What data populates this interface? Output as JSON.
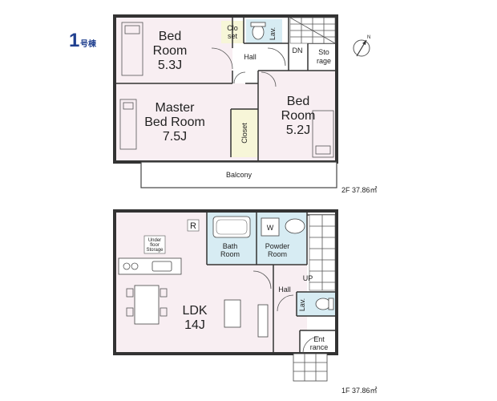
{
  "building": {
    "number": "1",
    "suffix": "号棟"
  },
  "compass_label": "N",
  "floor2": {
    "area": "2F 37.86㎡",
    "rooms": {
      "bedroom_a": [
        "Bed",
        "Room",
        "5.3J"
      ],
      "closet_a": [
        "Clo",
        "set"
      ],
      "lav": "Lav.",
      "hall": "Hall",
      "dn": "DN",
      "storage": [
        "Sto",
        "rage"
      ],
      "master": [
        "Master",
        "Bed Room",
        "7.5J"
      ],
      "closet_b": "Closet",
      "bedroom_b": [
        "Bed",
        "Room",
        "5.2J"
      ],
      "balcony": "Balcony"
    }
  },
  "floor1": {
    "area": "1F 37.86㎡",
    "rooms": {
      "r_mark": "R",
      "w_mark": "W",
      "bath": [
        "Bath",
        "Room"
      ],
      "powder": [
        "Powder",
        "Room"
      ],
      "under_floor": [
        "Under",
        "floor",
        "Storage"
      ],
      "up": "UP",
      "hall": "Hall",
      "ldk": [
        "LDK",
        "14J"
      ],
      "lav": "Lav.",
      "entrance": [
        "Ent",
        "rance"
      ]
    }
  },
  "colors": {
    "room_fill": "#f8eef2",
    "wet_fill": "#d7ecf3",
    "closet_fill": "#f7f6d8",
    "wall": "#333333",
    "building_number": "#1f3f8f"
  }
}
